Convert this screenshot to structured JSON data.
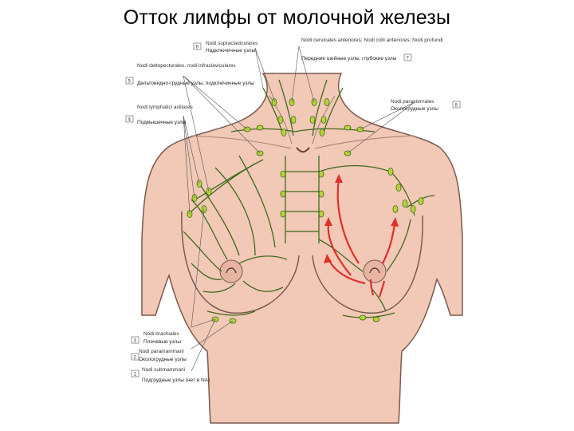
{
  "title": "Отток лимфы от молочной железы",
  "colors": {
    "skin": "#f2c8b6",
    "skin_outline": "#7a5a50",
    "vessel": "#3f6b1e",
    "node": "#b9d23a",
    "arrow": "#e0302a"
  },
  "labels": [
    {
      "num": "6",
      "latin": "Nodi supraclaviculares",
      "ru": "Надключичные узлы"
    },
    {
      "num": "7",
      "latin": "Nodi cervicales anteriores; Nodi colli anteriores; Nodi profundi",
      "ru": "Передние шейные узлы; глубокие узлы"
    },
    {
      "num": "5",
      "latin": "Nodi deltopectorales, nodi infraclaviculares",
      "ru": "Дельтовидно-грудные узлы, подключичные узлы"
    },
    {
      "num": "8",
      "latin": "Nodi parasternales",
      "ru": "Окологрудные узлы"
    },
    {
      "num": "4",
      "latin": "Nodi lymphatici axillares",
      "ru": "Подмышечные узлы"
    },
    {
      "num": "3",
      "latin": "Nodi brachiales",
      "ru": "Плечевые узлы"
    },
    {
      "num": "2",
      "latin": "Nodi paramammarii",
      "ru": "Окологрудные узлы"
    },
    {
      "num": "1",
      "latin": "Nodi submammarii",
      "ru": "Подгрудные узлы (нет в NA)"
    }
  ]
}
